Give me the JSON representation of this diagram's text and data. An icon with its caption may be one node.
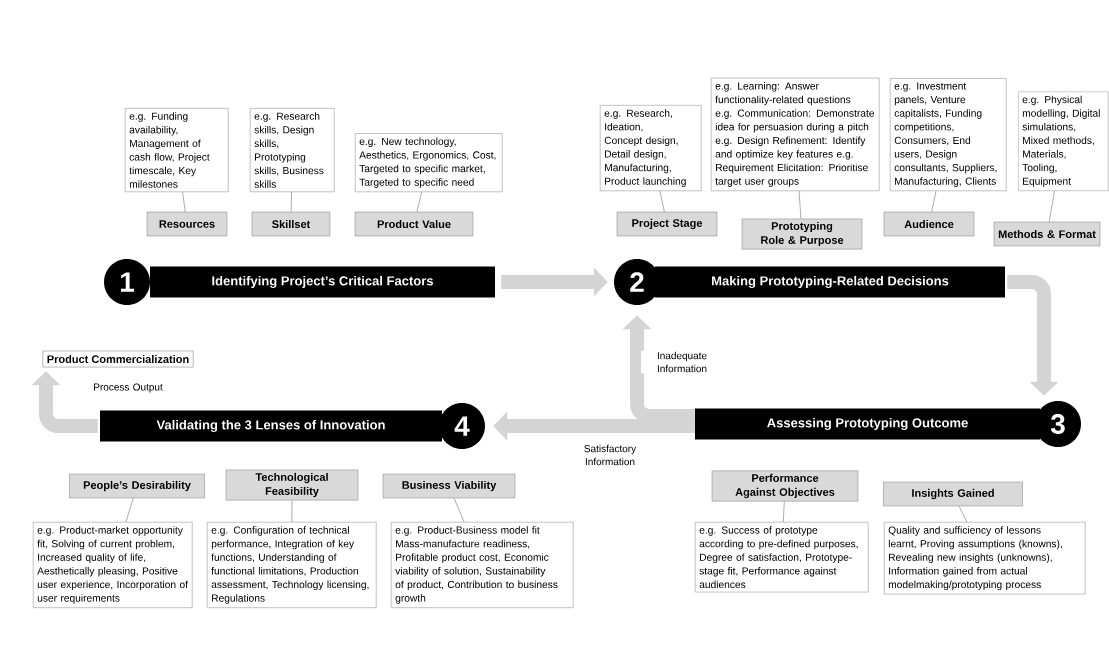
{
  "diagram": {
    "nodes": [
      {
        "text": [
          "1",
          "Identifying Project’s Critical Factors"
        ]
      },
      {
        "text": [
          "e.g. Funding availability, Management of cash flow, Project timescale, Key milestones"
        ]
      },
      {
        "text": [
          "Resources"
        ]
      },
      {
        "text": [
          "e.g. Research skills, Design skills, Prototyping skills, Business skills"
        ]
      },
      {
        "text": [
          "Skillset"
        ]
      },
      {
        "text": [
          "e.g. New technology, Aesthetics, Ergonomics, Cost, Targeted to specific market, Targeted to specific need"
        ]
      },
      {
        "text": [
          "Product Value"
        ]
      },
      {
        "text": [
          "2",
          "Making Prototyping-Related Decisions"
        ]
      },
      {
        "text": [
          "e.g. Research, Ideation, Concept design, Detail design, Manufacturing, Product launching"
        ]
      },
      {
        "text": [
          "Project Stage"
        ]
      },
      {
        "text": [
          "e.g. Learning: Answer functionality-related questions e.g. Communication: Demonstrate idea for persuasion during a pitch e.g. Design Refinement: Identify and optimize key features e.g. Requirement Elicitation: Prioritise target user groups"
        ]
      },
      {
        "text": [
          "Prototyping Role & Purpose"
        ]
      },
      {
        "text": [
          "e.g. Investment panels, Venture capitalists, Funding competitions, Consumers, End users, Design consultants, Suppliers, Manufacturing, Clients"
        ]
      },
      {
        "text": [
          "Audience"
        ]
      },
      {
        "text": [
          "e.g. Physical modelling, Digital simulations, Mixed methods, Materials, Tooling, Equipment"
        ]
      },
      {
        "text": [
          "Methods & Format"
        ]
      },
      {
        "text": [
          "Product Commercialization"
        ]
      },
      {
        "text": [
          "Validating the 3 Lenses of Innovation",
          "4"
        ]
      },
      {
        "text": [
          "Assessing Prototyping Outcome",
          "3"
        ]
      },
      {
        "text": [
          "People’s Desirability"
        ]
      },
      {
        "text": [
          "e.g. Product-market opportunity fit, Solving of current problem, Increased quality of life, Aesthetically pleasing, Positive user experience, Incorporation of user requirements"
        ]
      },
      {
        "text": [
          "Technological Feasibility"
        ]
      },
      {
        "text": [
          "e.g. Configuration of technical performance, Integration of key functions, Understanding of functional limitations, Production assessment, Technology licensing, Regulations"
        ]
      },
      {
        "text": [
          "Business Viability"
        ]
      },
      {
        "text": [
          "e.g. Product-Business model fit Mass-manufacture readiness, Profitable product cost, Economic viability of solution, Sustainability of product, Contribution to business growth"
        ]
      },
      {
        "text": [
          "Performance Against Objectives"
        ]
      },
      {
        "text": [
          "e.g. Success of prototype according to pre-defined purposes, Degree of satisfaction, Prototype-stage fit, Performance against audiences"
        ]
      },
      {
        "text": [
          "Insights Gained"
        ]
      },
      {
        "text": [
          "Quality and sufficiency of lessons learnt, Proving assumptions (knowns), Revealing new insights (unknowns), Information gained from actual modelmaking/prototyping process"
        ]
      }
    ],
    "edges": [
      {
        "from": 0,
        "to": 7,
        "arrow": "to",
        "style": "thick",
        "color": "#d4d4d4"
      },
      {
        "from": 7,
        "to": 18,
        "arrow": "to",
        "style": "thick",
        "color": "#d4d4d4"
      },
      {
        "from": 18,
        "to": 7,
        "arrow": "to",
        "style": "thick",
        "color": "#d4d4d4",
        "label": "Inadequate Information"
      },
      {
        "from": 18,
        "to": 17,
        "arrow": "to",
        "style": "thick",
        "color": "#d4d4d4",
        "label": "Satisfactory Information"
      },
      {
        "from": 17,
        "to": 16,
        "arrow": "to",
        "style": "thick",
        "color": "#d4d4d4",
        "label": "Process Output"
      },
      {
        "from": 2,
        "to": 1,
        "arrow": "none"
      },
      {
        "from": 4,
        "to": 3,
        "arrow": "none"
      },
      {
        "from": 6,
        "to": 5,
        "arrow": "none"
      },
      {
        "from": 9,
        "to": 8,
        "arrow": "none"
      },
      {
        "from": 11,
        "to": 10,
        "arrow": "none"
      },
      {
        "from": 13,
        "to": 12,
        "arrow": "none"
      },
      {
        "from": 15,
        "to": 14,
        "arrow": "none"
      },
      {
        "from": 19,
        "to": 20,
        "arrow": "none"
      },
      {
        "from": 21,
        "to": 22,
        "arrow": "none"
      },
      {
        "from": 23,
        "to": 24,
        "arrow": "none"
      },
      {
        "from": 25,
        "to": 26,
        "arrow": "none"
      },
      {
        "from": 27,
        "to": 28,
        "arrow": "none"
      }
    ]
  }
}
